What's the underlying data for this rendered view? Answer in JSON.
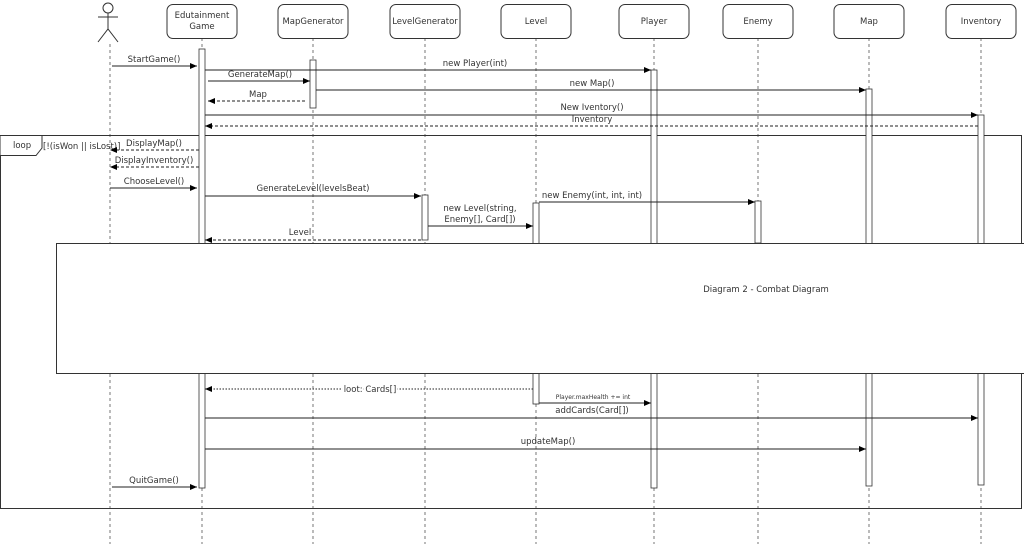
{
  "participants": [
    {
      "id": "actor",
      "label": "",
      "type": "actor"
    },
    {
      "id": "eg",
      "label": "Edutainment Game",
      "lines": [
        "Edutainment",
        "Game"
      ]
    },
    {
      "id": "mapgen",
      "label": "MapGenerator"
    },
    {
      "id": "levelgen",
      "label": "LevelGenerator"
    },
    {
      "id": "level",
      "label": "Level"
    },
    {
      "id": "player",
      "label": "Player"
    },
    {
      "id": "enemy",
      "label": "Enemy"
    },
    {
      "id": "map",
      "label": "Map"
    },
    {
      "id": "inventory",
      "label": "Inventory"
    }
  ],
  "loop": {
    "label": "loop",
    "guard": "[!(isWon || isLost)]"
  },
  "combat_ref": {
    "label": "Diagram 2 - Combat Diagram"
  },
  "messages": [
    {
      "label": "StartGame()",
      "from": "actor",
      "to": "eg",
      "kind": "call"
    },
    {
      "label": "new Player(int)",
      "from": "eg",
      "to": "player",
      "kind": "call"
    },
    {
      "label": "GenerateMap()",
      "from": "eg",
      "to": "mapgen",
      "kind": "call"
    },
    {
      "label": "new Map()",
      "from": "mapgen",
      "to": "map",
      "kind": "call"
    },
    {
      "label": "Map",
      "from": "mapgen",
      "to": "eg",
      "kind": "return"
    },
    {
      "label": "New Iventory()",
      "from": "eg",
      "to": "inventory",
      "kind": "call"
    },
    {
      "label": "Inventory",
      "from": "inventory",
      "to": "eg",
      "kind": "return"
    },
    {
      "label": "DisplayMap()",
      "from": "eg",
      "to": "actor",
      "kind": "return"
    },
    {
      "label": "DisplayInventory()",
      "from": "eg",
      "to": "actor",
      "kind": "return"
    },
    {
      "label": "ChooseLevel()",
      "from": "actor",
      "to": "eg",
      "kind": "call"
    },
    {
      "label": "GenerateLevel(levelsBeat)",
      "from": "eg",
      "to": "levelgen",
      "kind": "call"
    },
    {
      "label": "new Enemy(int, int, int)",
      "from": "level",
      "to": "enemy",
      "kind": "call"
    },
    {
      "label": "new Level(string, Enemy[], Card[])",
      "lines": [
        "new Level(string,",
        "Enemy[], Card[])"
      ],
      "from": "levelgen",
      "to": "level",
      "kind": "call"
    },
    {
      "label": "Level",
      "from": "levelgen",
      "to": "eg",
      "kind": "return"
    },
    {
      "label": "loot: Cards[]",
      "from": "level",
      "to": "eg",
      "kind": "return"
    },
    {
      "label": "Player.maxHealth += int",
      "from": "level",
      "to": "player",
      "kind": "call"
    },
    {
      "label": "addCards(Card[])",
      "from": "eg",
      "to": "inventory",
      "kind": "call"
    },
    {
      "label": "updateMap()",
      "from": "eg",
      "to": "map",
      "kind": "call"
    },
    {
      "label": "QuitGame()",
      "from": "actor",
      "to": "eg",
      "kind": "call"
    }
  ]
}
